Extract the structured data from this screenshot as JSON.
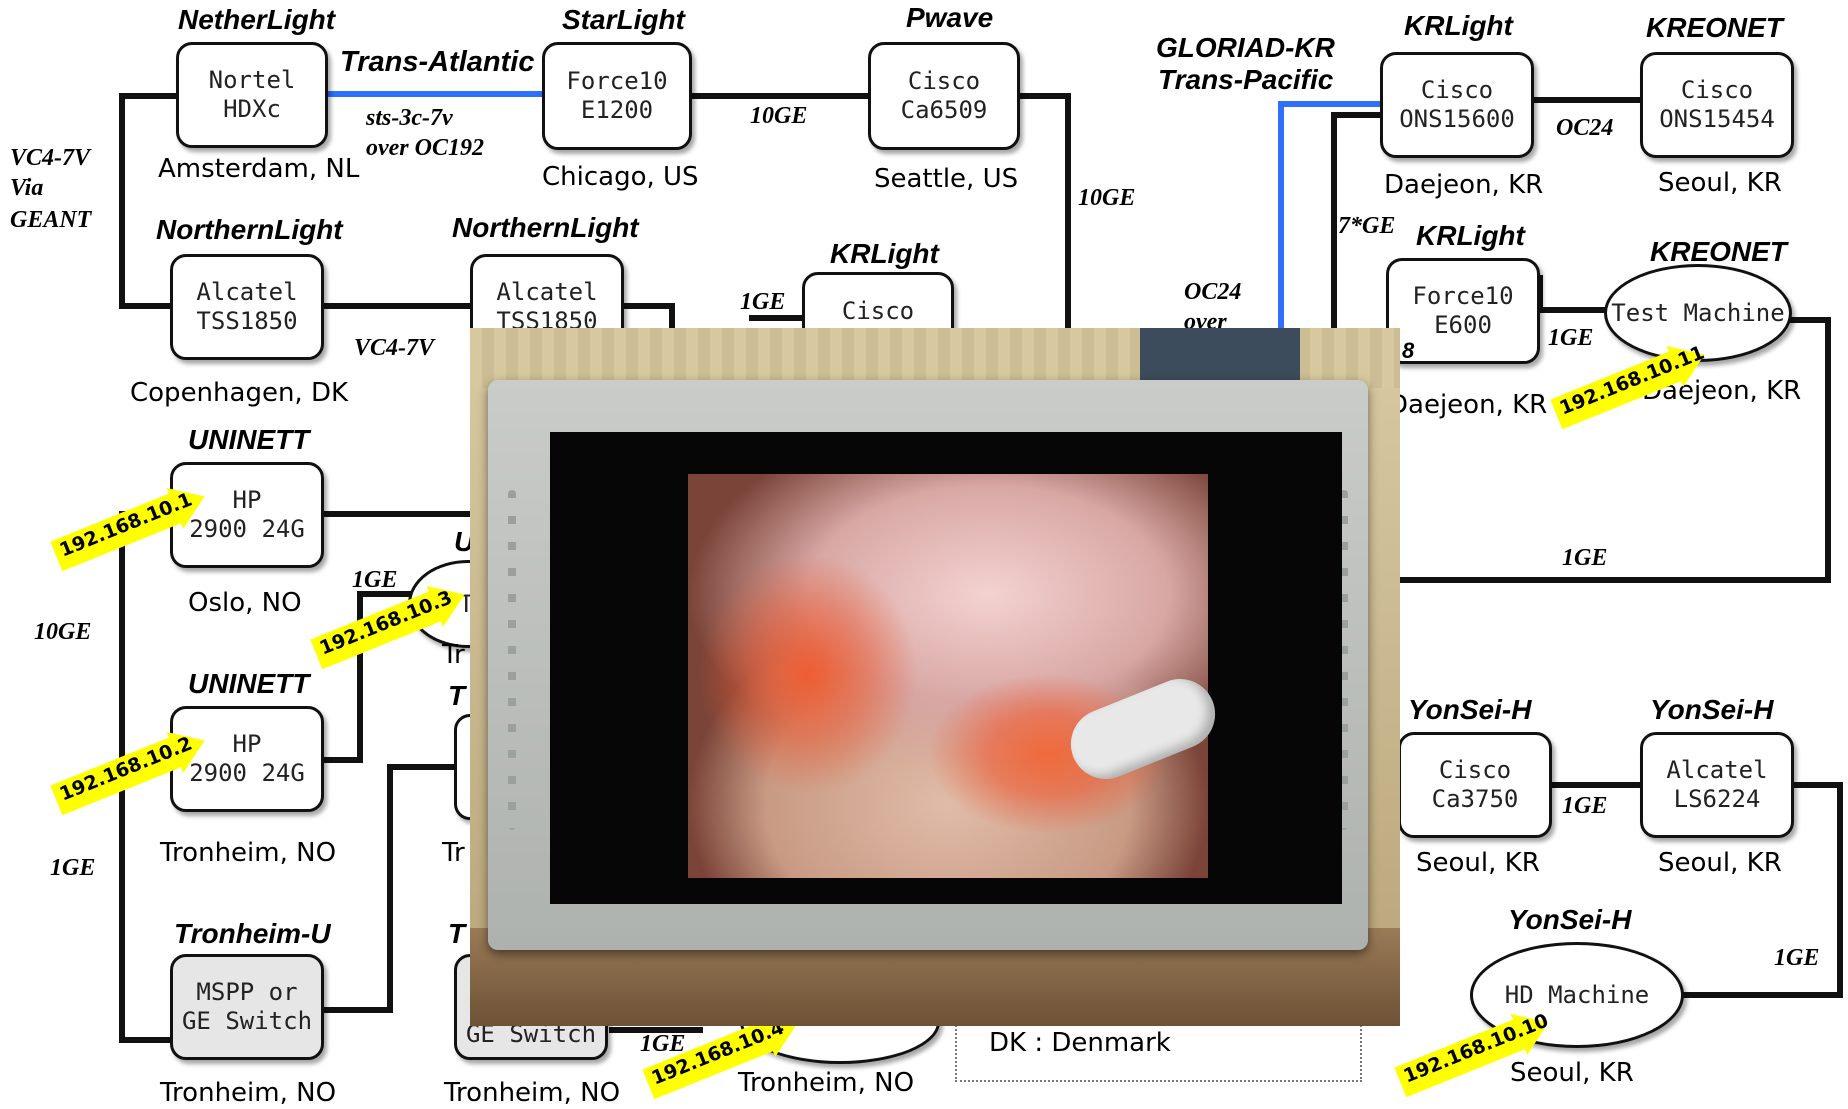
{
  "colors": {
    "line": "#111111",
    "link_blue": "#2f6fff",
    "arrow_fill": "#ffff00",
    "device_grey": "#e6e6e6"
  },
  "sites": {
    "netherlight": "NetherLight",
    "starlight": "StarLight",
    "pwave": "Pwave",
    "gloriad": "GLORIAD-KR",
    "krlight_top": "KRLight",
    "kreonet_top": "KREONET",
    "northernlight_left": "NorthernLight",
    "northernlight_right": "NorthernLight",
    "krlight_mid": "KRLight",
    "krlight_right": "KRLight",
    "kreonet_right": "KREONET",
    "uninett_1": "UNINETT",
    "uninett_2": "UNINETT",
    "tronheim_u": "Tronheim-U",
    "yonsei_1": "YonSei-H",
    "yonsei_2": "YonSei-H",
    "yonsei_3": "YonSei-H"
  },
  "devices": {
    "nortel": {
      "l1": "Nortel",
      "l2": "HDXc"
    },
    "force10_e1200": {
      "l1": "Force10",
      "l2": "E1200"
    },
    "cisco_6509": {
      "l1": "Cisco",
      "l2": "Ca6509"
    },
    "ons15600": {
      "l1": "Cisco",
      "l2": "ONS15600"
    },
    "ons15454": {
      "l1": "Cisco",
      "l2": "ONS15454"
    },
    "alcatel_cph": {
      "l1": "Alcatel",
      "l2": "TSS1850"
    },
    "alcatel_mid": {
      "l1": "Alcatel",
      "l2": "TSS1850"
    },
    "krlight_cisco": {
      "l1": "Cisco"
    },
    "force10_e600": {
      "l1": "Force10",
      "l2": "E600"
    },
    "test_machine": {
      "l1": "Test Machine"
    },
    "hp_oslo": {
      "l1": "HP",
      "l2": "2900 24G"
    },
    "hp_tronheim": {
      "l1": "HP",
      "l2": "2900 24G"
    },
    "mspp": {
      "l1": "MSPP or",
      "l2": "GE Switch"
    },
    "mid_switch": {
      "l1": "GE Switch"
    },
    "mid_test": {
      "l1": "Te"
    },
    "cisco_3750": {
      "l1": "Cisco",
      "l2": "Ca3750"
    },
    "alcatel_ls6224": {
      "l1": "Alcatel",
      "l2": "LS6224"
    },
    "hd_machine": {
      "l1": "HD Machine"
    }
  },
  "cities": {
    "amsterdam": "Amsterdam, NL",
    "chicago": "Chicago, US",
    "seattle": "Seattle, US",
    "daejeon_top": "Daejeon, KR",
    "seoul_top": "Seoul, KR",
    "copenhagen": "Copenhagen, DK",
    "daejeon_mid": "Daejeon, KR",
    "daejeon_right": "Daejeon, KR",
    "oslo": "Oslo, NO",
    "tronheim_1": "Tronheim, NO",
    "tronheim_2": "Tronheim, NO",
    "tronheim_3": "Tronheim, NO",
    "tronheim_4": "Tronheim, NO",
    "tr_partial_1": "Tr",
    "tr_partial_2": "Tr",
    "seoul_1": "Seoul, KR",
    "seoul_2": "Seoul, KR",
    "seoul_3": "Seoul, KR"
  },
  "links": {
    "trans_atlantic": "Trans-Atlantic",
    "sts": "sts-3c-7v",
    "over_oc192": "over OC192",
    "tenge_1": "10GE",
    "tenge_2": "10GE",
    "tenge_left": "10GE",
    "vc4_left_1": "VC4-7V",
    "vc4_left_2": "Via",
    "vc4_left_3": "GEANT",
    "gloriad_2": "Trans-Pacific",
    "oc24_top": "OC24",
    "seven_ge": "7*GE",
    "oc24_mid": "OC24",
    "over_partial": "over",
    "onege_mid": "1GE",
    "vc4_mid": "VC4-7V",
    "onege_kreonet": "1GE",
    "onege_right": "1GE",
    "onege_oslo": "1GE",
    "onege_left": "1GE",
    "onege_yonsei": "1GE",
    "onege_yonsei_right": "1GE",
    "onege_bottom": "1GE",
    "partial_8": "8",
    "partial_u": "U",
    "partial_t1": "T",
    "partial_t2": "T"
  },
  "ips": {
    "ip1": "192.168.10.1",
    "ip2": "192.168.10.2",
    "ip3": "192.168.10.3",
    "ip4": "192.168.10.4",
    "ip10": "192.168.10.10",
    "ip11": "192.168.10.11"
  },
  "legend": {
    "text": "DK : Denmark"
  }
}
